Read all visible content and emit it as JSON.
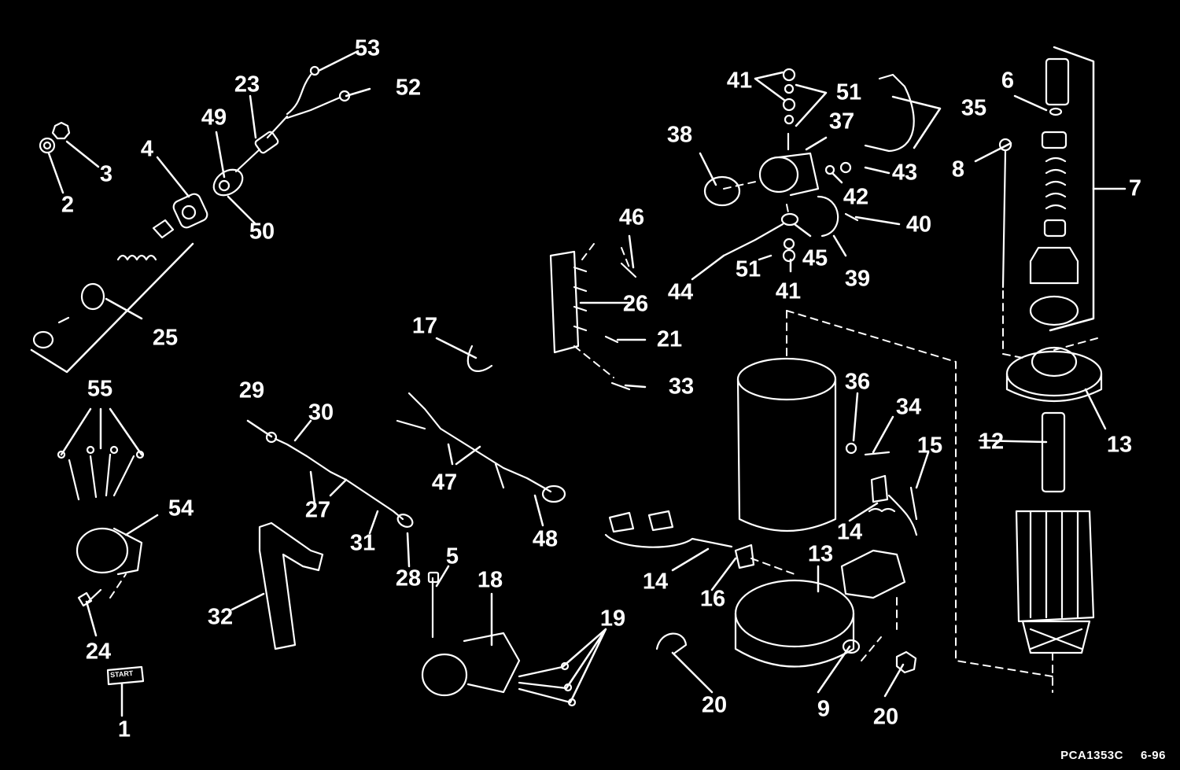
{
  "diagram": {
    "labels": {
      "n1": "1",
      "n2": "2",
      "n3": "3",
      "n4": "4",
      "n5": "5",
      "n6": "6",
      "n7": "7",
      "n8": "8",
      "n9": "9",
      "n12": "12",
      "n13a": "13",
      "n13b": "13",
      "n14a": "14",
      "n14b": "14",
      "n15": "15",
      "n16": "16",
      "n17": "17",
      "n18": "18",
      "n19": "19",
      "n20a": "20",
      "n20b": "20",
      "n21": "21",
      "n23": "23",
      "n24": "24",
      "n25": "25",
      "n26": "26",
      "n27": "27",
      "n28": "28",
      "n29": "29",
      "n30": "30",
      "n31": "31",
      "n32": "32",
      "n33": "33",
      "n34": "34",
      "n35": "35",
      "n36": "36",
      "n37": "37",
      "n38": "38",
      "n39": "39",
      "n40": "40",
      "n41a": "41",
      "n41b": "41",
      "n42": "42",
      "n43": "43",
      "n44": "44",
      "n45": "45",
      "n46": "46",
      "n47": "47",
      "n48": "48",
      "n49": "49",
      "n50": "50",
      "n51a": "51",
      "n51b": "51",
      "n52": "52",
      "n53": "53",
      "n54": "54",
      "n55": "55"
    },
    "start_plate_text": "START",
    "drawing_number": "PCA1353C",
    "revision_date": "6-96"
  },
  "colors": {
    "background": "#000000",
    "ink": "#ffffff"
  }
}
